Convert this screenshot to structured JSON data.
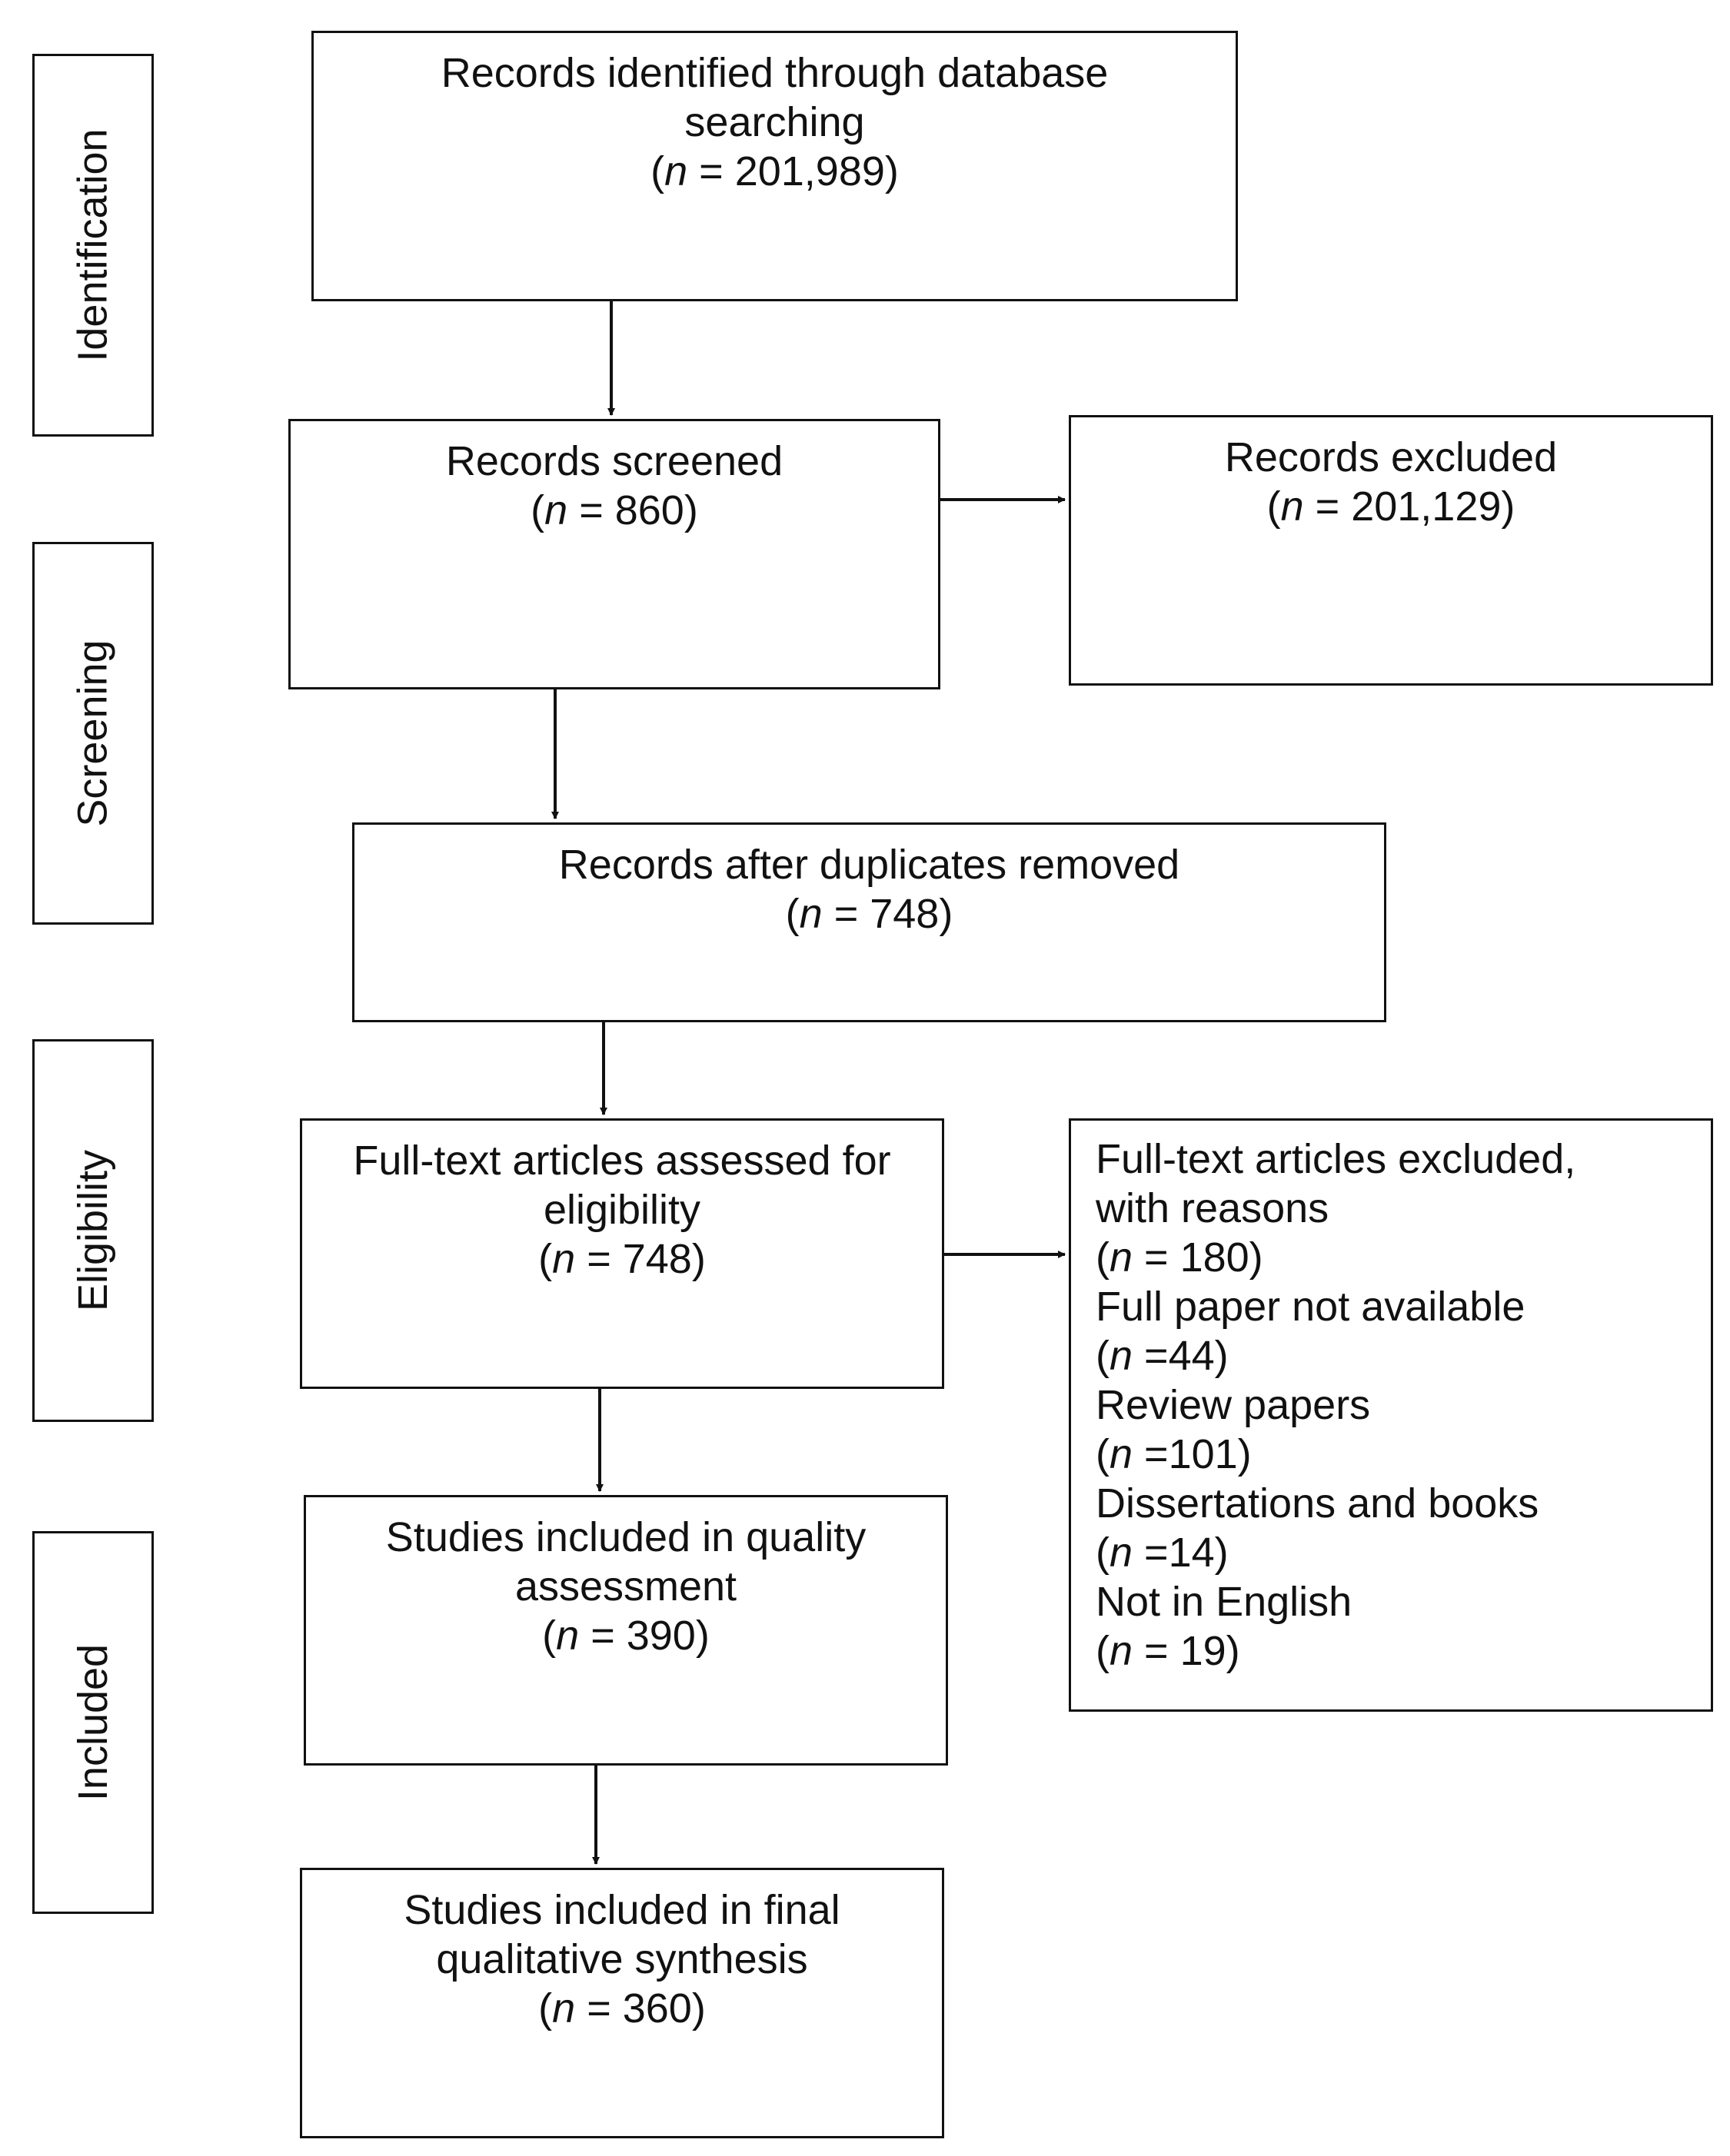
{
  "phases": {
    "identification": "Identification",
    "screening": "Screening",
    "eligibility": "Eligibility",
    "included": "Included"
  },
  "nodes": {
    "identified": {
      "line1": "Records identified through database",
      "line2": "searching",
      "n": "201,989"
    },
    "screened": {
      "line1": "Records screened",
      "n": "860"
    },
    "excluded": {
      "line1": "Records excluded",
      "n": "201,129"
    },
    "dedup": {
      "line1": "Records after duplicates removed",
      "n": "748"
    },
    "fulltext": {
      "line1": "Full-text articles assessed for",
      "line2": "eligibility",
      "n": "748"
    },
    "quality": {
      "line1": "Studies included in quality",
      "line2": "assessment",
      "n": "390"
    },
    "final": {
      "line1": "Studies included in final",
      "line2": "qualitative synthesis",
      "n": "360"
    },
    "fulltext_excluded": {
      "line1": "Full-text articles excluded,",
      "line2": "with reasons",
      "n_total": " = 180)",
      "reasons": [
        {
          "label": "Full paper not available",
          "n": " =44)"
        },
        {
          "label": "Review papers",
          "n": " =101)"
        },
        {
          "label": "Dissertations and books",
          "n": " =14)"
        },
        {
          "label": "Not in English",
          "n": " = 19)"
        }
      ]
    }
  },
  "symbols": {
    "n": "n",
    "open": "(",
    "eq": " = ",
    "close": ")"
  }
}
